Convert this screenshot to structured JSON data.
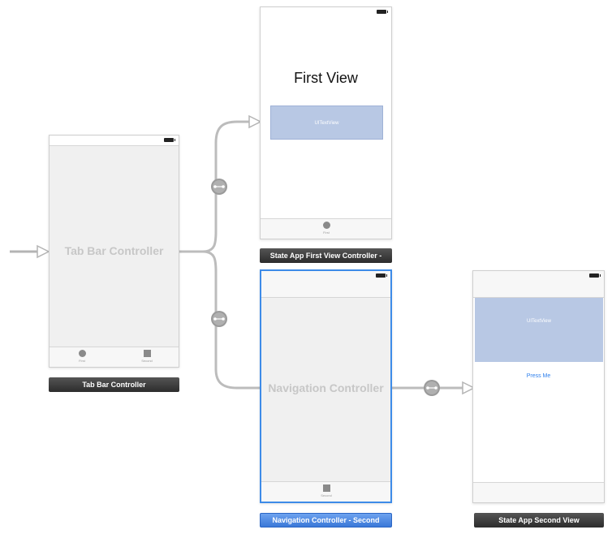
{
  "canvas": {
    "tab_bar_controller": {
      "center_title": "Tab Bar Controller",
      "scene_label": "Tab Bar Controller",
      "tabs": [
        {
          "label": "First",
          "icon": "circle-tab-icon"
        },
        {
          "label": "Second",
          "icon": "square-tab-icon"
        }
      ]
    },
    "first_view": {
      "title": "First View",
      "text_view_label": "UITextView",
      "tab_label": "First",
      "scene_label": "State App First View Controller -"
    },
    "navigation_controller": {
      "center_title": "Navigation Controller",
      "tab_label": "Second",
      "scene_label": "Navigation Controller - Second"
    },
    "second_view": {
      "text_view_label": "UITextView",
      "button_label": "Press Me",
      "scene_label": "State App Second View"
    }
  },
  "colors": {
    "selection_blue": "#3d8be8",
    "text_view_fill": "#b8c8e4",
    "button_text": "#2f80ed",
    "label_dark": "#333333"
  }
}
